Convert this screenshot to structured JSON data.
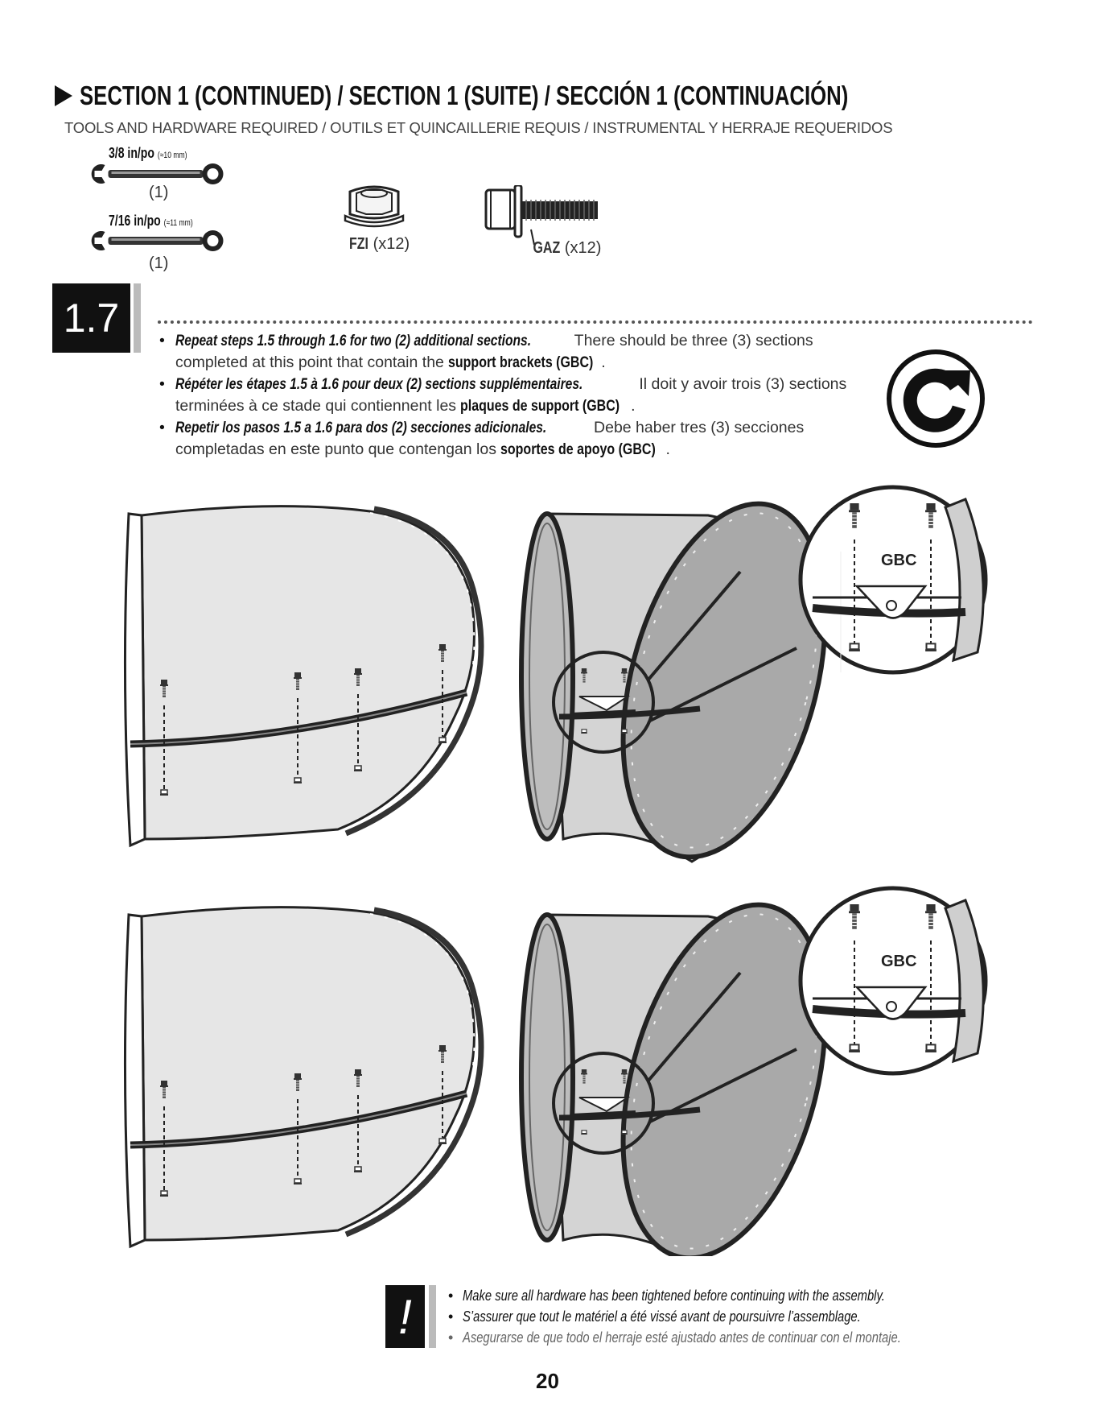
{
  "header": {
    "title": "SECTION 1 (CONTINUED) / SECTION 1 (SUITE) / SECCIÓN 1 (CONTINUACIÓN)",
    "subtitle": "TOOLS AND HARDWARE REQUIRED / OUTILS ET QUINCAILLERIE REQUIS / INSTRUMENTAL Y HERRAJE REQUERIDOS"
  },
  "tools": [
    {
      "size": "3/8 in/po",
      "metric": "(≈10 mm)",
      "qty": "(1)",
      "icon": "wrench-icon"
    },
    {
      "size": "7/16 in/po",
      "metric": "(≈11 mm)",
      "qty": "(1)",
      "icon": "wrench-icon"
    }
  ],
  "hardware": [
    {
      "code": "FZI",
      "qty": "(x12)",
      "icon": "flange-nut-icon"
    },
    {
      "code": "GAZ",
      "qty": "(x12)",
      "icon": "flange-bolt-icon"
    }
  ],
  "step": {
    "number": "1.7",
    "instructions": [
      {
        "lead": "Repeat steps 1.5 through 1.6 for two (2) additional sections.",
        "text": " There should be three (3) sections completed at this point that contain the ",
        "strong": "support brackets (GBC)",
        "end": "."
      },
      {
        "lead": "Répéter les étapes 1.5 à 1.6 pour deux (2) sections supplémentaires.",
        "text": " Il doit y avoir trois (3) sections terminées à ce stade qui contiennent les ",
        "strong": "plaques de support (GBC)",
        "end": "."
      },
      {
        "lead": "Repetir los pasos 1.5 a 1.6 para dos (2) secciones adicionales.",
        "text": " Debe haber tres (3) secciones completadas en este punto que contengan los ",
        "strong": "soportes de apoyo (GBC)",
        "end": "."
      }
    ],
    "repeat_icon": "repeat-arrow-icon"
  },
  "diagrams": {
    "detail_label": "GBC"
  },
  "warning": {
    "icon": "exclamation-icon",
    "items": [
      "Make sure all hardware has been tightened before continuing with the assembly.",
      "S’assurer que tout le matériel a été vissé avant de poursuivre l’assemblage.",
      "Asegurarse de que todo el herraje esté ajustado antes de continuar con el montaje."
    ]
  },
  "page_number": "20"
}
